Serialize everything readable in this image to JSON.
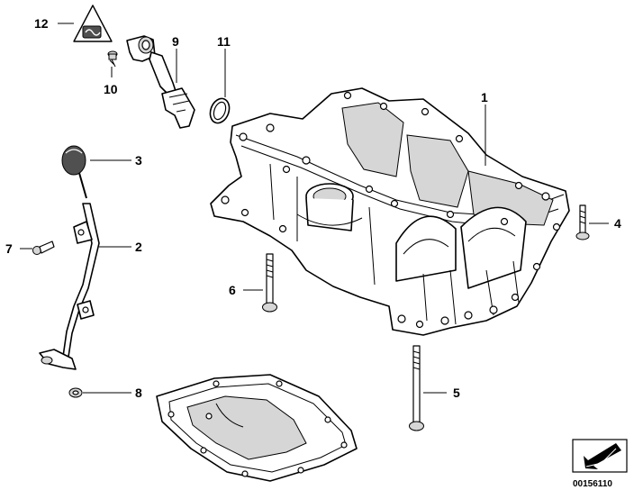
{
  "diagram": {
    "callouts": [
      {
        "id": "1",
        "label": "1"
      },
      {
        "id": "2",
        "label": "2"
      },
      {
        "id": "3",
        "label": "3"
      },
      {
        "id": "4",
        "label": "4"
      },
      {
        "id": "5",
        "label": "5"
      },
      {
        "id": "6",
        "label": "6"
      },
      {
        "id": "7",
        "label": "7"
      },
      {
        "id": "8",
        "label": "8"
      },
      {
        "id": "9",
        "label": "9"
      },
      {
        "id": "10",
        "label": "10"
      },
      {
        "id": "11",
        "label": "11"
      },
      {
        "id": "12",
        "label": "12"
      }
    ],
    "diagram_number": "00156110",
    "colors": {
      "line": "#000000",
      "background": "#ffffff",
      "shade": "#d6d6d6"
    }
  }
}
